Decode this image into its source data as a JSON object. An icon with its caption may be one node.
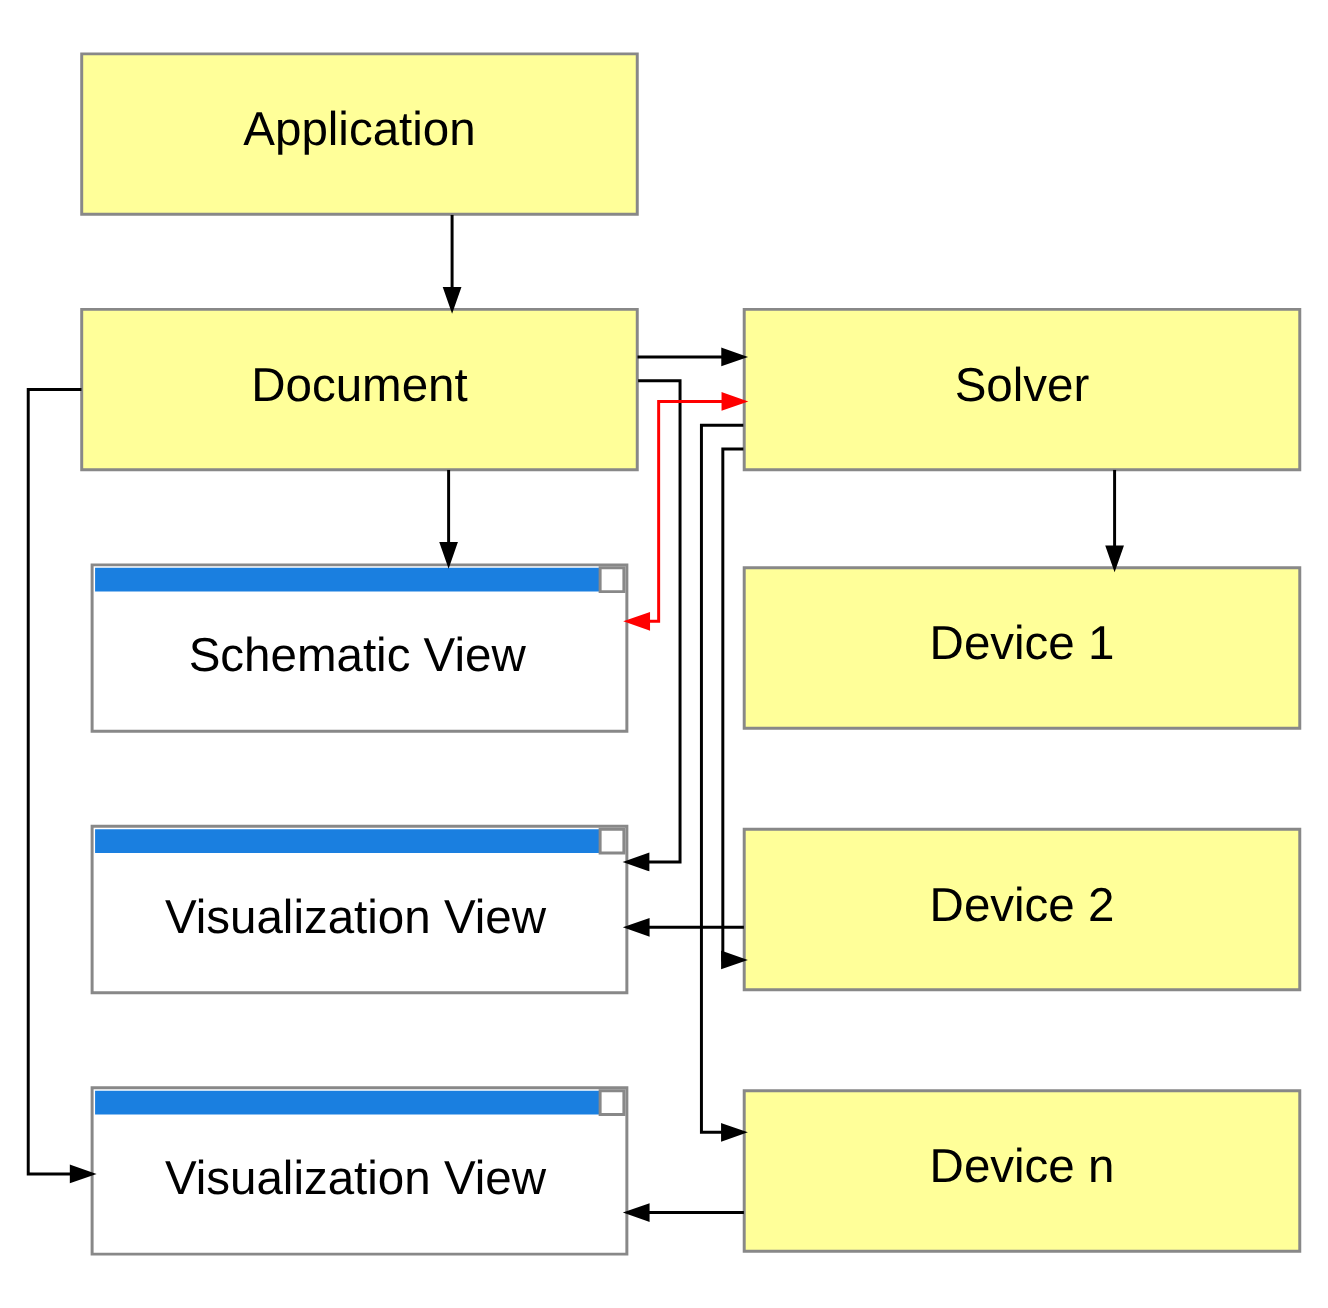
{
  "diagram": {
    "nodes": [
      {
        "text": [
          "Application"
        ]
      },
      {
        "text": [
          "Document"
        ]
      },
      {
        "text": [
          "Solver"
        ]
      },
      {
        "text": [
          "Schematic View"
        ]
      },
      {
        "text": [
          "Device 1"
        ]
      },
      {
        "text": [
          "Visualization View"
        ]
      },
      {
        "text": [
          "Device 2"
        ]
      },
      {
        "text": [
          "Visualization View"
        ]
      },
      {
        "text": [
          "Device n"
        ]
      }
    ],
    "edges": [
      {
        "from": 0,
        "to": 1,
        "arrow": "to"
      },
      {
        "from": 1,
        "to": 2,
        "arrow": "to"
      },
      {
        "from": 1,
        "to": 3,
        "arrow": "to"
      },
      {
        "from": 1,
        "to": 5,
        "arrow": "to"
      },
      {
        "from": 1,
        "to": 7,
        "arrow": "to"
      },
      {
        "from": 2,
        "to": 3,
        "arrow": "both",
        "color": "#ff0000"
      },
      {
        "from": 2,
        "to": 4,
        "arrow": "to"
      },
      {
        "from": 2,
        "to": 6,
        "arrow": "to"
      },
      {
        "from": 2,
        "to": 8,
        "arrow": "to"
      },
      {
        "from": 6,
        "to": 5,
        "arrow": "to"
      },
      {
        "from": 8,
        "to": 7,
        "arrow": "to"
      }
    ]
  }
}
